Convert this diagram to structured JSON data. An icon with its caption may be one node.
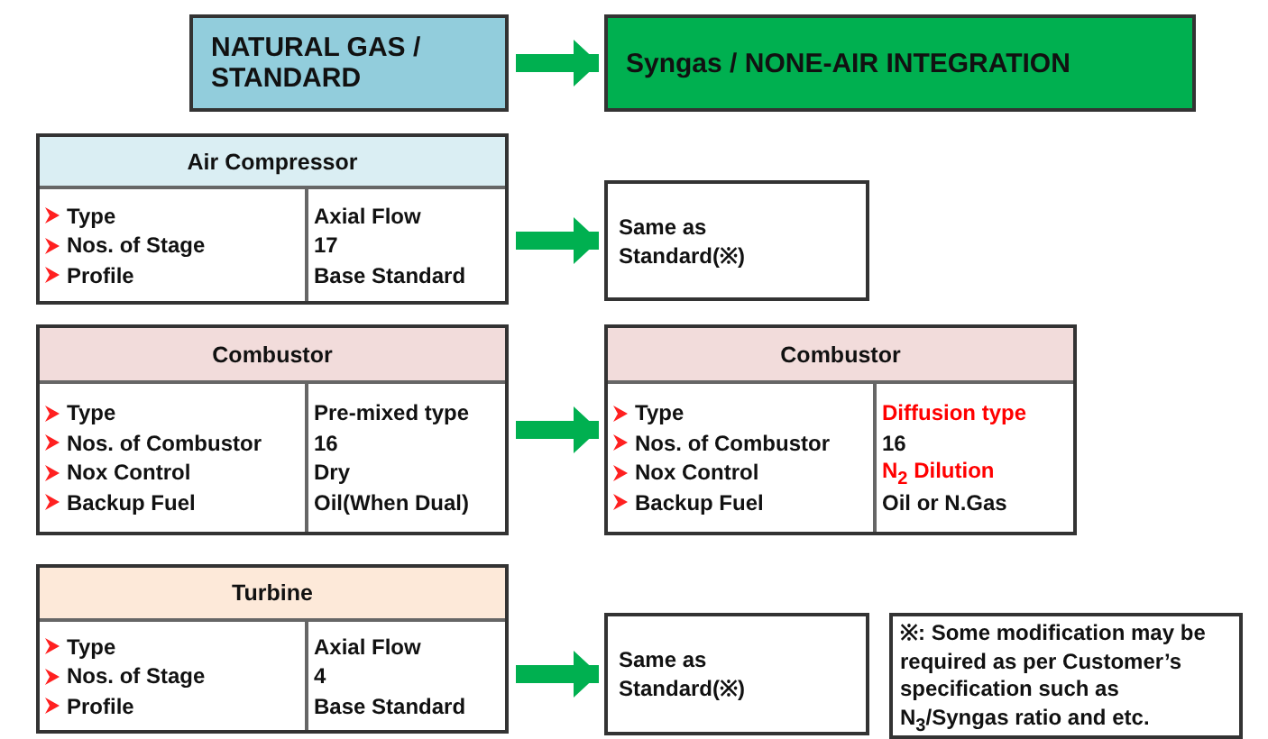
{
  "diagram": {
    "nodes": [
      {
        "text": [
          "NATURAL GAS / STANDARD"
        ]
      },
      {
        "text": [
          "Syngas / NONE-AIR INTEGRATION"
        ]
      },
      {
        "text": [
          "Air Compressor",
          "Type",
          "Axial Flow",
          "Nos. of Stage",
          "17",
          "Profile",
          "Base Standard"
        ]
      },
      {
        "text": [
          "Same as Standard(※)"
        ]
      },
      {
        "text": [
          "Combustor",
          "Type",
          "Pre-mixed type",
          "Nos. of Combustor",
          "16",
          "Nox Control",
          "Dry",
          "Backup Fuel",
          "Oil(When Dual)"
        ]
      },
      {
        "text": [
          "Combustor",
          "Type",
          "Diffusion type",
          "Nos. of Combustor",
          "16",
          "Nox Control",
          "N$_{2}$ Dilution",
          "Backup Fuel",
          "Oil or N.Gas"
        ]
      },
      {
        "text": [
          "Turbine",
          "Type",
          "Axial Flow",
          "Nos. of Stage",
          "4",
          "Profile",
          "Base Standard"
        ]
      },
      {
        "text": [
          "Same as Standard(※)"
        ]
      },
      {
        "text": [
          "※: Some modification may be required as per Customer’s specification such as N$_{3}$/Syngas ratio and etc."
        ]
      }
    ],
    "edges": [
      {
        "from": 0,
        "to": 1,
        "arrow": "to"
      },
      {
        "from": 2,
        "to": 3,
        "arrow": "to"
      },
      {
        "from": 4,
        "to": 5,
        "arrow": "to"
      },
      {
        "from": 6,
        "to": 7,
        "arrow": "to"
      }
    ]
  }
}
